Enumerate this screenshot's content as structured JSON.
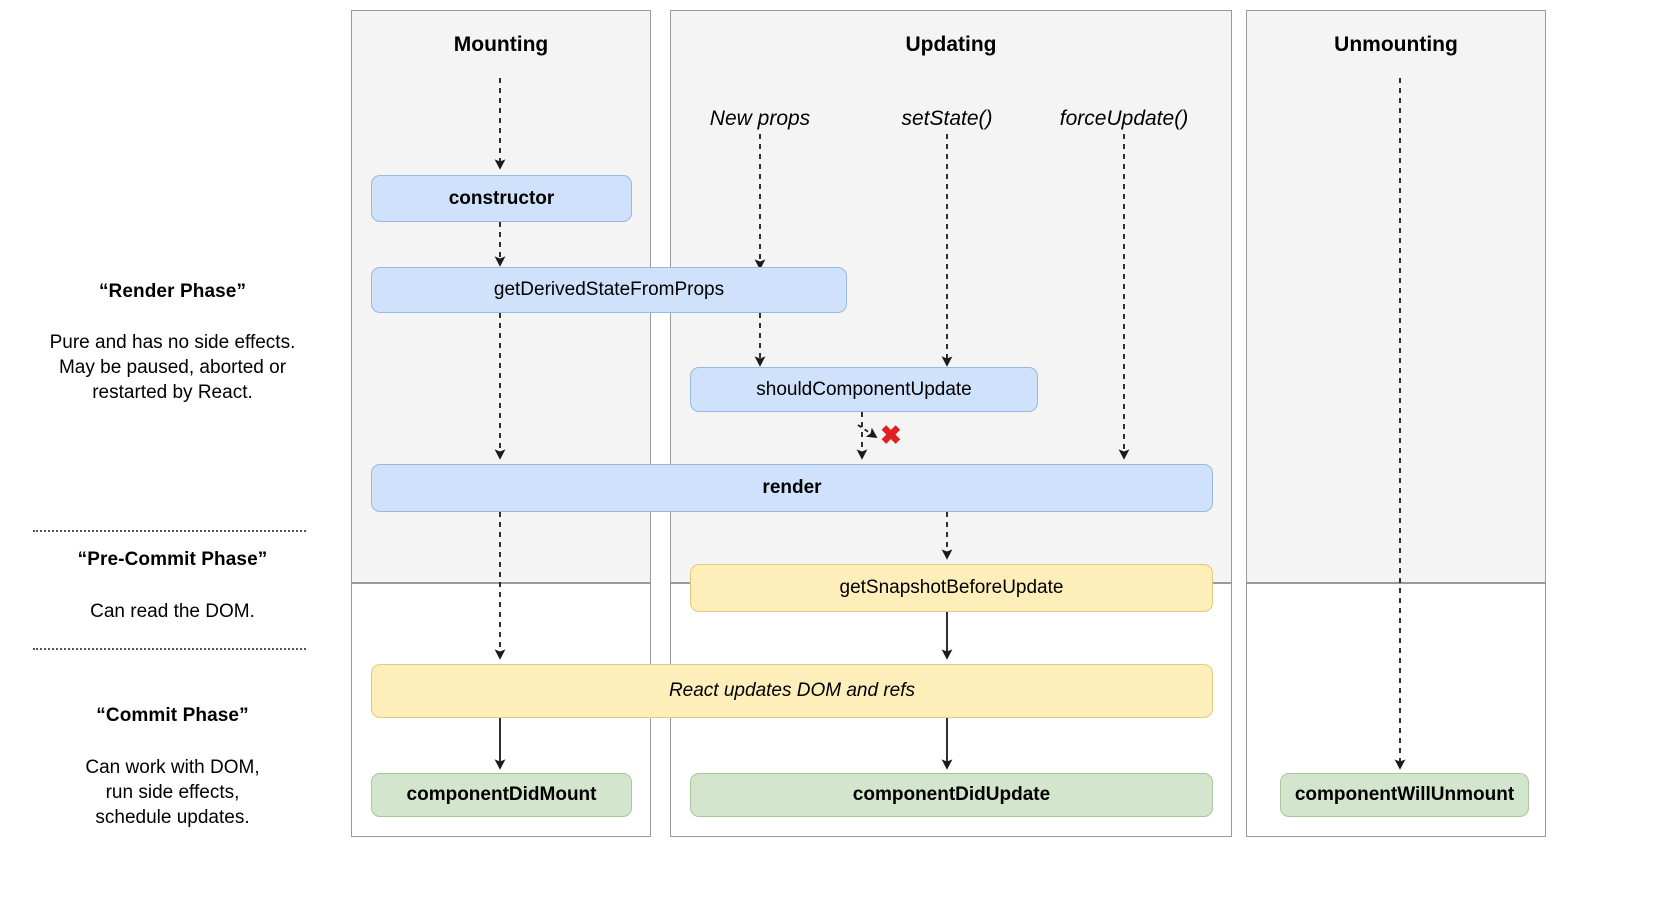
{
  "legend": {
    "render_phase": {
      "title": "“Render Phase”",
      "body": "Pure and has no side effects.\nMay be paused, aborted or\nrestarted by React."
    },
    "pre_commit_phase": {
      "title": "“Pre-Commit Phase”",
      "body": "Can read the DOM."
    },
    "commit_phase": {
      "title": "“Commit Phase”",
      "body": "Can work with DOM,\nrun side effects,\nschedule updates."
    }
  },
  "columns": {
    "mounting": {
      "title": "Mounting"
    },
    "updating": {
      "title": "Updating"
    },
    "unmounting": {
      "title": "Unmounting"
    }
  },
  "triggers": {
    "new_props": "New props",
    "set_state": "setState()",
    "force_update": "forceUpdate()"
  },
  "nodes": {
    "constructor": "constructor",
    "get_derived_state_from_props": "getDerivedStateFromProps",
    "should_component_update": "shouldComponentUpdate",
    "render": "render",
    "get_snapshot_before_update": "getSnapshotBeforeUpdate",
    "react_updates_dom_and_refs": "React updates DOM and refs",
    "component_did_mount": "componentDidMount",
    "component_did_update": "componentDidUpdate",
    "component_will_unmount": "componentWillUnmount"
  },
  "markers": {
    "skip_render_x": "✖"
  },
  "colors": {
    "render_phase_bg": "#f4f4f4",
    "blue_box": "#cfe1fb",
    "blue_border": "#9bb8de",
    "yellow_box": "#fdeeba",
    "yellow_border": "#e2c97c",
    "green_box": "#d4e5cd",
    "green_border": "#a8c79c",
    "panel_border": "#9a9a9a",
    "x_mark": "#e02020",
    "arrow": "#1a1a1a"
  }
}
